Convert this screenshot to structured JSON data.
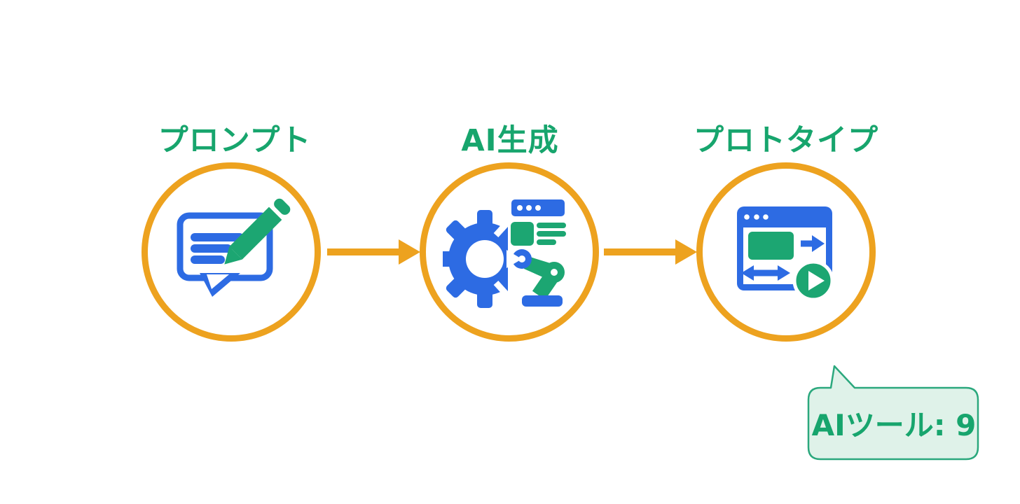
{
  "diagram": {
    "steps": [
      {
        "label": "プロンプト",
        "icon": "chat-message-pencil-icon"
      },
      {
        "label": "AI生成",
        "icon": "gear-robot-arm-icon"
      },
      {
        "label": "プロトタイプ",
        "icon": "browser-prototype-play-icon"
      }
    ],
    "connector": "right-arrow"
  },
  "callout": {
    "text": "AIツール: 9"
  },
  "colors": {
    "accent_orange": "#EDA21F",
    "icon_blue": "#2D6BE3",
    "icon_green": "#1CA672",
    "text_green": "#17A56D",
    "callout_fill": "#DFF2E9",
    "callout_border": "#2BA87D"
  }
}
